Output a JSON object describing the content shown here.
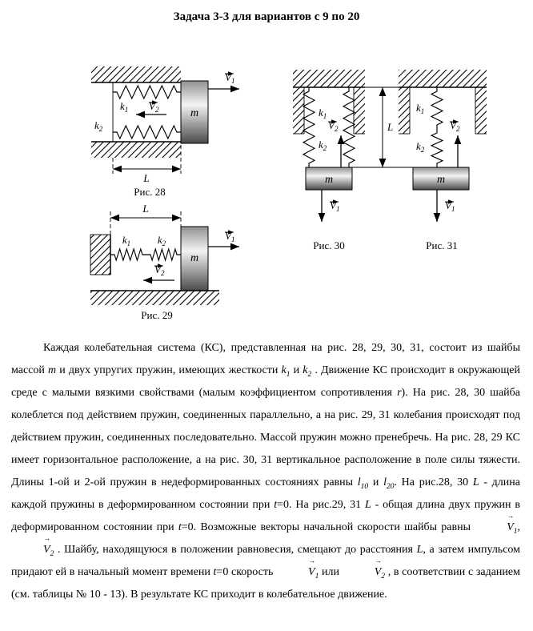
{
  "title": "Задача 3-3 для вариантов с 9 по 20",
  "symbols": {
    "vector_arrow": "→"
  },
  "labels": {
    "k1": {
      "base": "k",
      "sub": "1"
    },
    "k2": {
      "base": "k",
      "sub": "2"
    },
    "m": {
      "base": "m"
    },
    "L": {
      "base": "L"
    },
    "v1": {
      "base": "V",
      "sub": "1"
    },
    "v2": {
      "base": "V",
      "sub": "2"
    }
  },
  "figures": {
    "fig28": {
      "caption": "Рис. 28"
    },
    "fig29": {
      "caption": "Рис. 29"
    },
    "fig30": {
      "caption": "Рис. 30"
    },
    "fig31": {
      "caption": "Рис. 31"
    }
  },
  "paragraph_runs": [
    {
      "t": "Каждая колебательная система (КС), представленная на рис. 28, 29, 30, 31, состоит из шайбы массой "
    },
    {
      "t": "m",
      "i": 1
    },
    {
      "t": " и двух упругих пружин, имеющих жесткости "
    },
    {
      "t": "k",
      "i": 1,
      "s": "1"
    },
    {
      "t": " и "
    },
    {
      "t": "k",
      "i": 1,
      "s": "2"
    },
    {
      "t": " . Движение КС происходит в окружающей среде с малыми вязкими свойствами (малым коэффициентом сопротивления "
    },
    {
      "t": "r",
      "i": 1
    },
    {
      "t": "). На рис. 28, 30 шайба колеблется под действием пружин, соединенных параллельно, а на рис. 29, 31 колебания происходят под действием пружин, соединенных последовательно. Массой пружин можно пренебречь. На рис. 28, 29 КС имеет горизонтальное расположение, а на рис. 30, 31 вертикальное расположение в поле силы тяжести. Длины 1-ой и 2-ой пружин в недеформированных состояниях равны "
    },
    {
      "t": "l",
      "i": 1,
      "s": "10"
    },
    {
      "t": " и "
    },
    {
      "t": "l",
      "i": 1,
      "s": "20"
    },
    {
      "t": ". На рис.28, 30 "
    },
    {
      "t": "L",
      "i": 1
    },
    {
      "t": " - длина каждой пружины в деформированном состоянии при "
    },
    {
      "t": "t",
      "i": 1
    },
    {
      "t": "=0. На рис.29, 31 "
    },
    {
      "t": "L",
      "i": 1
    },
    {
      "t": " - общая длина двух пружин в деформированном состоянии при "
    },
    {
      "t": "t",
      "i": 1
    },
    {
      "t": "=0. Возможные векторы начальной скорости шайбы равны "
    },
    {
      "t": "V",
      "i": 1,
      "v": 1,
      "s": "1"
    },
    {
      "t": ",  "
    },
    {
      "t": "V",
      "i": 1,
      "v": 1,
      "s": "2"
    },
    {
      "t": " . Шайбу, находящуюся в положении равновесия, смещают до расстояния "
    },
    {
      "t": "L",
      "i": 1
    },
    {
      "t": ", а затем импульсом придают ей в начальный момент времени "
    },
    {
      "t": "t",
      "i": 1
    },
    {
      "t": "=0 скорость "
    },
    {
      "t": "V",
      "i": 1,
      "v": 1,
      "s": "1"
    },
    {
      "t": " или "
    },
    {
      "t": "V",
      "i": 1,
      "v": 1,
      "s": "2"
    },
    {
      "t": " , в соответствии с заданием (см. таблицы № 10 - 13). В результате КС приходит в колебательное движение."
    }
  ]
}
